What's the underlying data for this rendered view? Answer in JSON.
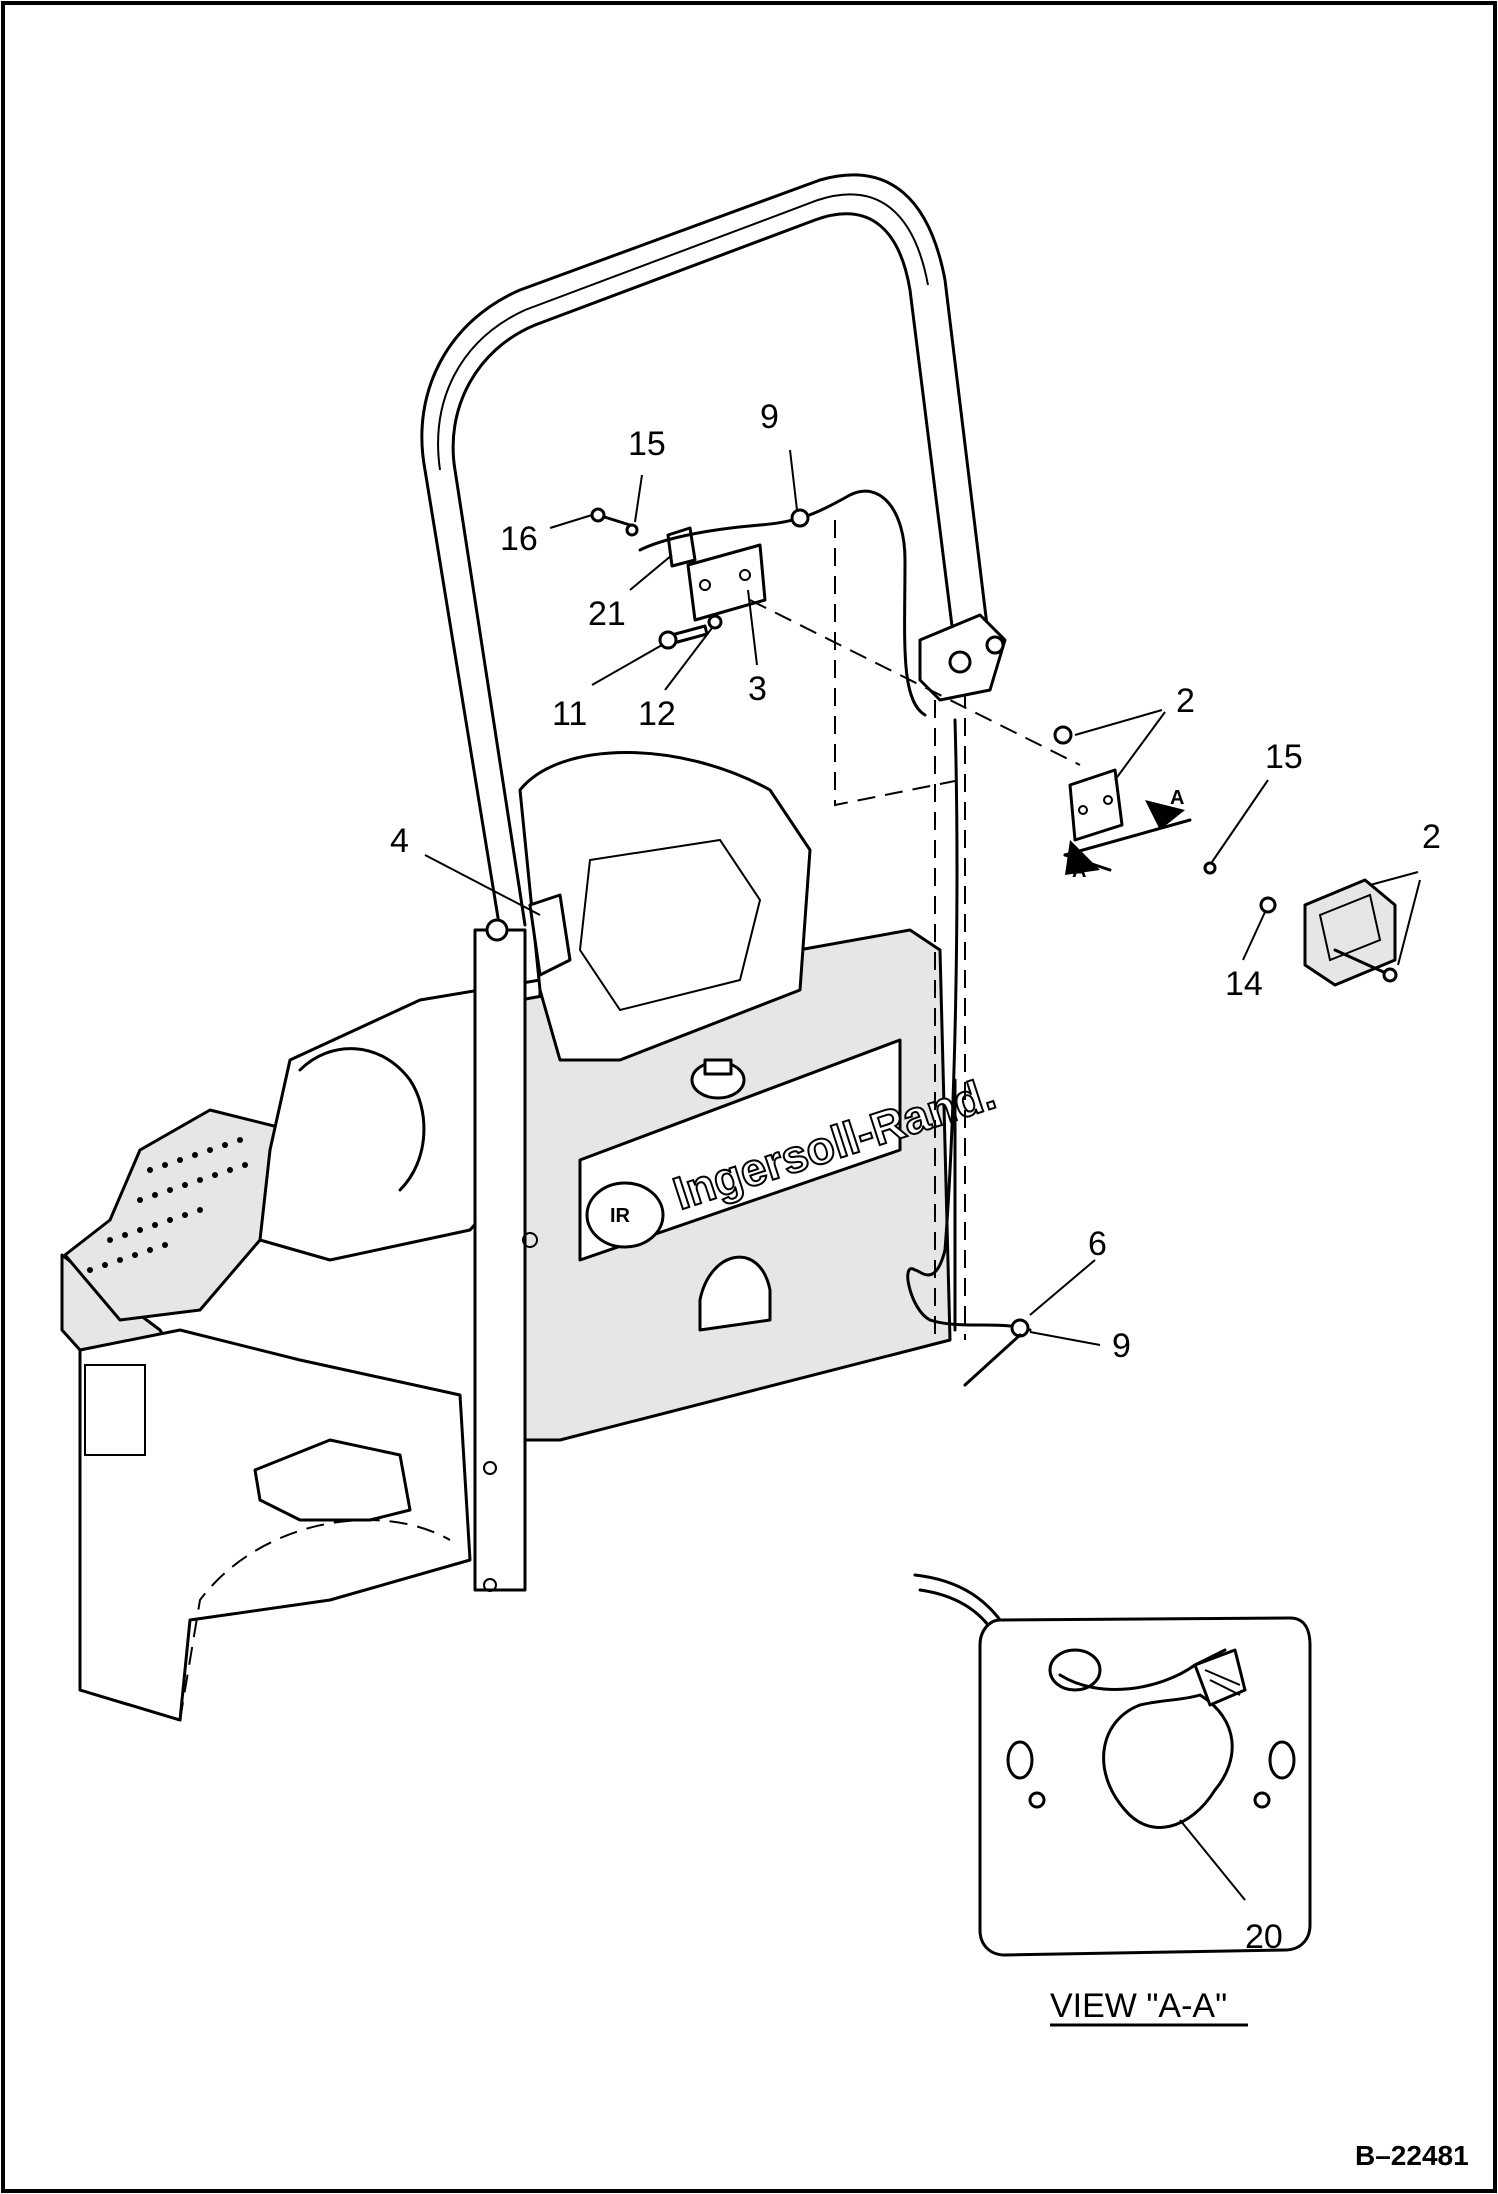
{
  "callouts": {
    "c9_top": "9",
    "c15_top": "15",
    "c16": "16",
    "c21": "21",
    "c11": "11",
    "c12": "12",
    "c3": "3",
    "c2_upper": "2",
    "c15_right": "15",
    "c2_right": "2",
    "c14": "14",
    "c4": "4",
    "c6": "6",
    "c9_lower": "9",
    "c20": "20"
  },
  "section_arrows": {
    "upper": "A",
    "lower": "A"
  },
  "view_title": "VIEW \"A-A\"",
  "document_number": "B–22481",
  "brand_text": "Ingersoll-Rand.",
  "brand_logo_text": "IR",
  "colors": {
    "line": "#000000",
    "shade": "#e6e6e6",
    "background": "#ffffff"
  }
}
